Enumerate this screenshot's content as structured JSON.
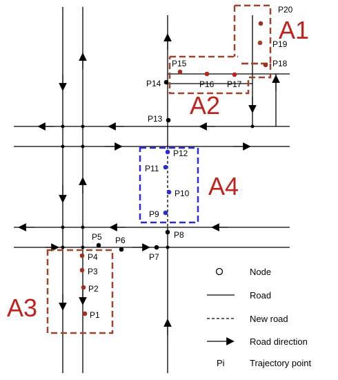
{
  "colors": {
    "road": "#000000",
    "area_box_red": "#a0412a",
    "area_box_blue": "#2a2ad8",
    "area_label": "#c0211c",
    "point_red": "#a0301e",
    "point_blue": "#2a2ad8",
    "point_black": "#000000"
  },
  "trajectory_points": [
    {
      "label": "P1",
      "color": "point_red"
    },
    {
      "label": "P2",
      "color": "point_red"
    },
    {
      "label": "P3",
      "color": "point_red"
    },
    {
      "label": "P4",
      "color": "point_red"
    },
    {
      "label": "P5",
      "color": "point_black"
    },
    {
      "label": "P6",
      "color": "point_black"
    },
    {
      "label": "P7",
      "color": "point_black"
    },
    {
      "label": "P8",
      "color": "point_black"
    },
    {
      "label": "P9",
      "color": "point_blue"
    },
    {
      "label": "P10",
      "color": "point_blue"
    },
    {
      "label": "P11",
      "color": "point_blue"
    },
    {
      "label": "P12",
      "color": "point_blue"
    },
    {
      "label": "P13",
      "color": "point_black"
    },
    {
      "label": "P14",
      "color": "point_black"
    },
    {
      "label": "P15",
      "color": "point_red"
    },
    {
      "label": "P16",
      "color": "point_red"
    },
    {
      "label": "P17",
      "color": "point_red"
    },
    {
      "label": "P18",
      "color": "point_red"
    },
    {
      "label": "P19",
      "color": "point_red"
    },
    {
      "label": "P20",
      "color": "point_red"
    }
  ],
  "areas": [
    {
      "label": "A1",
      "style": "red"
    },
    {
      "label": "A2",
      "style": "red"
    },
    {
      "label": "A3",
      "style": "red"
    },
    {
      "label": "A4",
      "style": "blue"
    }
  ],
  "legend": {
    "node": "Node",
    "road": "Road",
    "new_road": "New road",
    "road_direction": "Road direction",
    "pi_symbol": "Pi",
    "trajectory_point": "Trajectory point"
  }
}
